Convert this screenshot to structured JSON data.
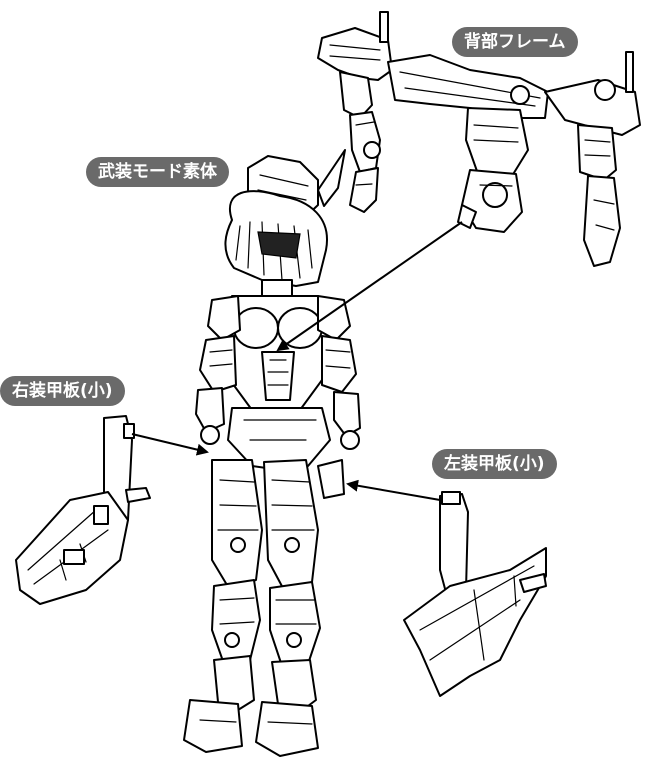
{
  "labels": {
    "back_frame": "背部フレーム",
    "armed_body": "武装モード素体",
    "right_armor": "右装甲板(小)",
    "left_armor": "左装甲板(小)"
  },
  "icons": {
    "arrow": "arrow-icon"
  },
  "colors": {
    "label_bg": "#6a6a6a",
    "label_text": "#ffffff",
    "line": "#000000",
    "background": "#ffffff"
  }
}
